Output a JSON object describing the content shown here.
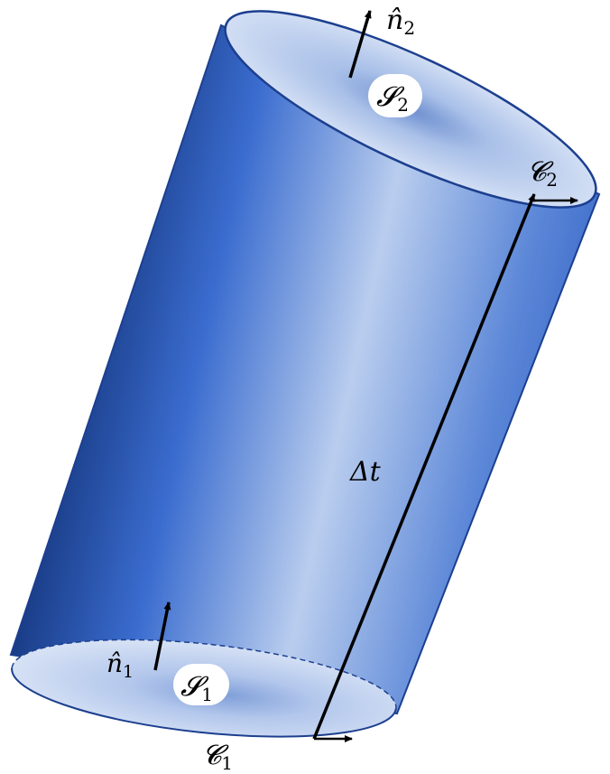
{
  "labels": {
    "n2": "n̂",
    "n2_sub": "2",
    "s2": "𝓢",
    "s2_sub": "2",
    "c2": "𝓒",
    "c2_sub": "2",
    "dt": "Δt",
    "n1": "n̂",
    "n1_sub": "1",
    "s1": "𝓢",
    "s1_sub": "1",
    "c1": "𝓒",
    "c1_sub": "1"
  },
  "colors": {
    "cylinder_dark": "#0d2a6b",
    "cylinder_mid": "#3a6ccf",
    "cylinder_light": "#b9cdee",
    "cap_fill": "#c6d6f2",
    "outline": "#1c3f8f",
    "arrow": "#000000"
  }
}
